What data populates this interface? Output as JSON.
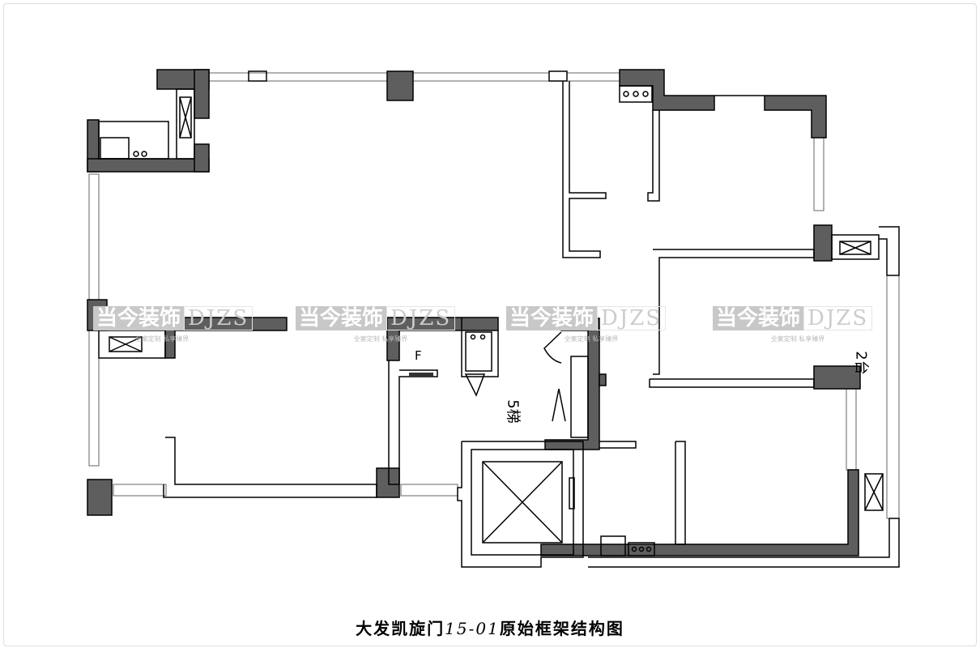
{
  "title": {
    "prefix": "大发凯旋门",
    "number": "15-01",
    "suffix": "原始框架结构图"
  },
  "watermark": {
    "brand_cn": "当今装饰",
    "brand_en": "DJZS",
    "tagline": "全案定制 私享臻界"
  },
  "labels": {
    "elevator": "5梯",
    "balcony": "2台",
    "fridge_mark": "F"
  },
  "colors": {
    "wall": "#5e5e5e",
    "line": "#000000",
    "watermark": "#c8c8c8"
  }
}
